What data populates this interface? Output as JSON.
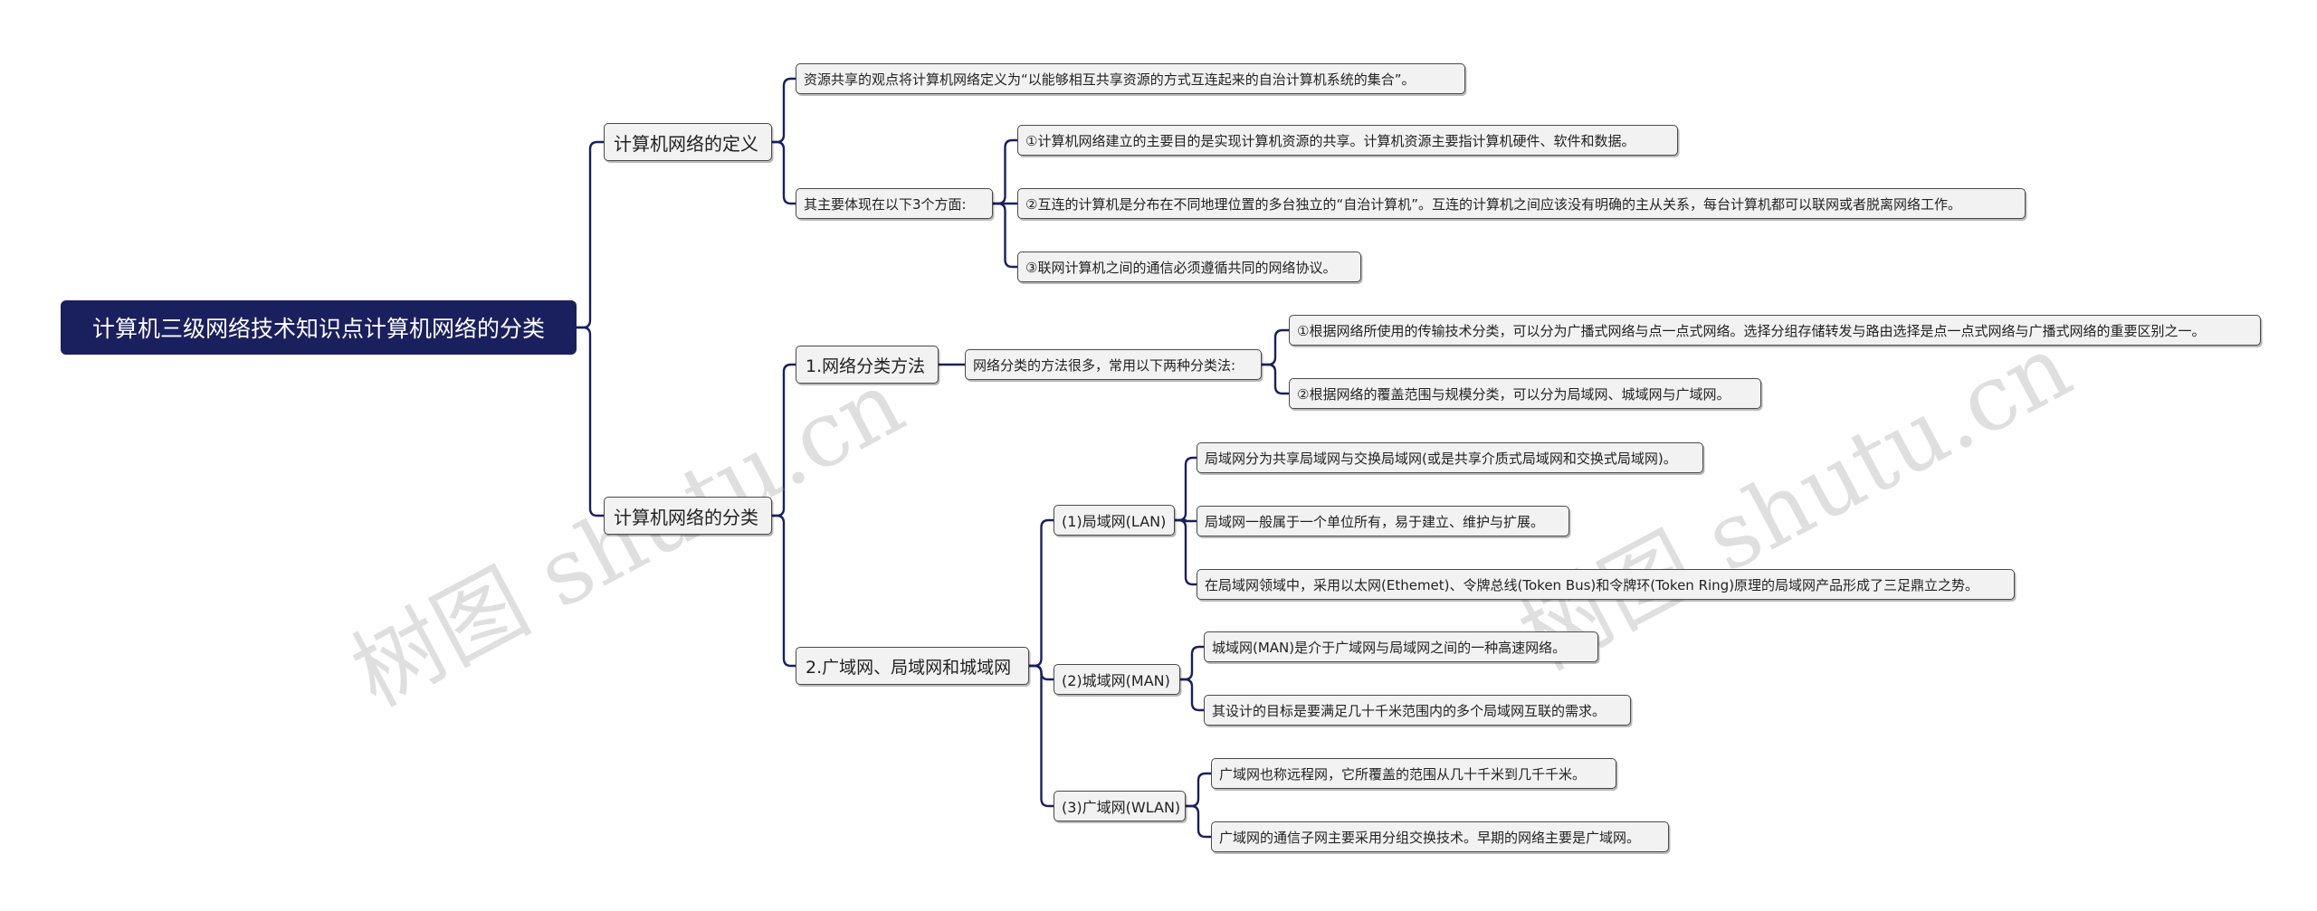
{
  "watermarks": [
    "树图 shutu.cn",
    "树图 shutu.cn"
  ],
  "root": {
    "label": "计算机三级网络技术知识点计算机网络的分类"
  },
  "definition": {
    "label": "计算机网络的定义",
    "resource_view": "资源共享的观点将计算机网络定义为“以能够相互共享资源的方式互连起来的自治计算机系统的集合”。",
    "aspects": {
      "label": "其主要体现在以下3个方面:",
      "items": [
        "①计算机网络建立的主要目的是实现计算机资源的共享。计算机资源主要指计算机硬件、软件和数据。",
        "②互连的计算机是分布在不同地理位置的多台独立的“自治计算机”。互连的计算机之间应该没有明确的主从关系，每台计算机都可以联网或者脱离网络工作。",
        "③联网计算机之间的通信必须遵循共同的网络协议。"
      ]
    }
  },
  "classification": {
    "label": "计算机网络的分类",
    "method": {
      "label": "1.网络分类方法",
      "intro": "网络分类的方法很多，常用以下两种分类法:",
      "items": [
        "①根据网络所使用的传输技术分类，可以分为广播式网络与点一点式网络。选择分组存储转发与路由选择是点一点式网络与广播式网络的重要区别之一。",
        "②根据网络的覆盖范围与规模分类，可以分为局域网、城域网与广域网。"
      ]
    },
    "scope": {
      "label": "2.广域网、局域网和城域网",
      "lan": {
        "label": "(1)局域网(LAN)",
        "items": [
          "局域网分为共享局域网与交换局域网(或是共享介质式局域网和交换式局域网)。",
          "局域网一般属于一个单位所有，易于建立、维护与扩展。",
          "在局域网领域中，采用以太网(Ethemet)、令牌总线(Token Bus)和令牌环(Token Ring)原理的局域网产品形成了三足鼎立之势。"
        ]
      },
      "man": {
        "label": "(2)城域网(MAN)",
        "items": [
          "城域网(MAN)是介于广域网与局域网之间的一种高速网络。",
          "其设计的目标是要满足几十千米范围内的多个局域网互联的需求。"
        ]
      },
      "wan": {
        "label": "(3)广域网(WLAN)",
        "items": [
          "广域网也称远程网，它所覆盖的范围从几十千米到几千千米。",
          "广域网的通信子网主要采用分组交换技术。早期的网络主要是广域网。"
        ]
      }
    }
  },
  "colors": {
    "root_bg": "#1a1f5e",
    "link": "#1a1f5e",
    "node_bg": "#f2f2f2",
    "node_border": "#4a4a4a"
  }
}
